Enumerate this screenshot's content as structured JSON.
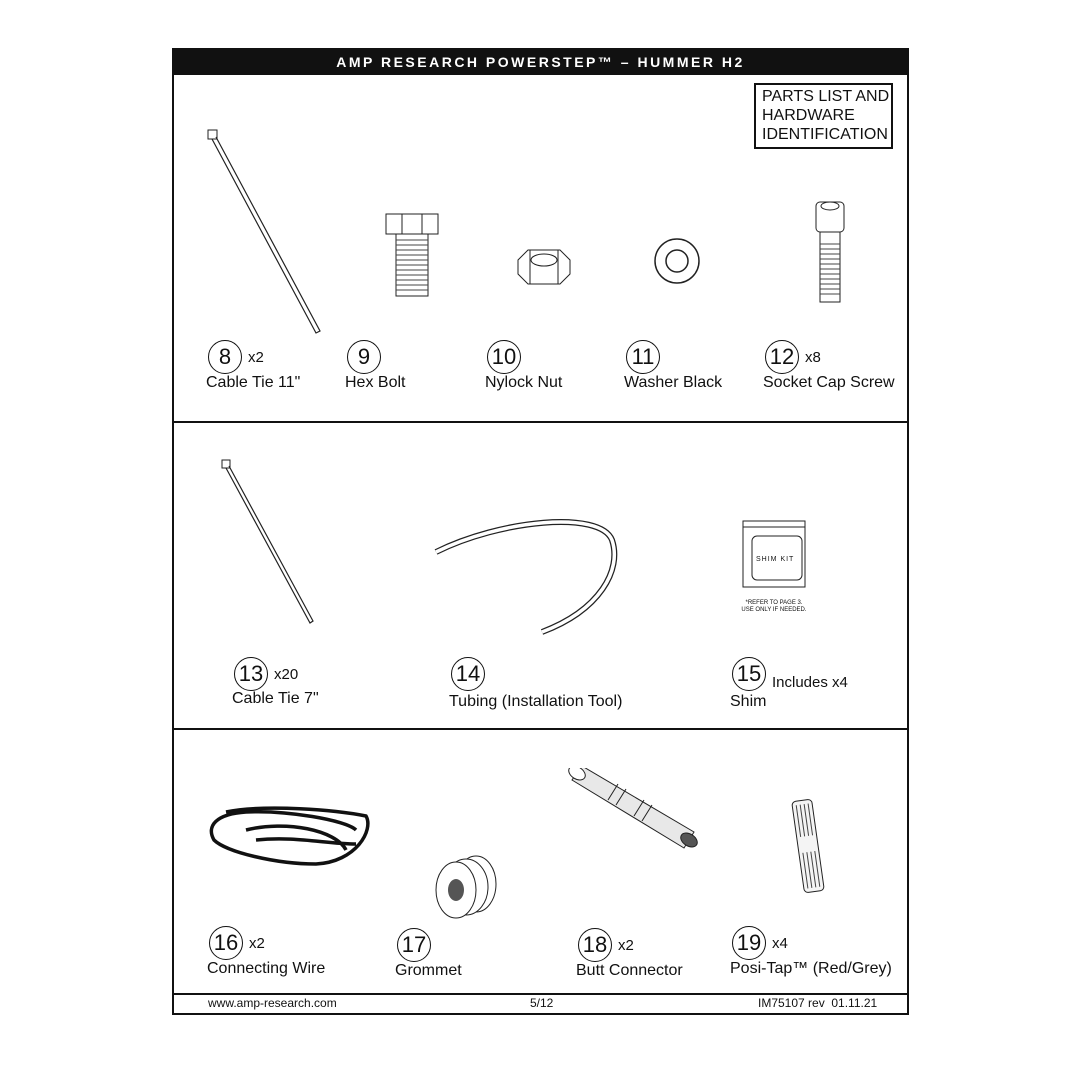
{
  "header": {
    "title": "AMP RESEARCH POWERSTEP™ – HUMMER H2"
  },
  "title_box": [
    "PARTS LIST AND",
    "HARDWARE",
    "IDENTIFICATION"
  ],
  "parts": [
    {
      "num": "8",
      "qty": "x2",
      "label": "Cable Tie 11\""
    },
    {
      "num": "9",
      "qty": "",
      "label": "Hex Bolt"
    },
    {
      "num": "10",
      "qty": "",
      "label": "Nylock Nut"
    },
    {
      "num": "11",
      "qty": "",
      "label": "Washer Black"
    },
    {
      "num": "12",
      "qty": "x8",
      "label": "Socket Cap Screw"
    },
    {
      "num": "13",
      "qty": "x20",
      "label": "Cable Tie 7\""
    },
    {
      "num": "14",
      "qty": "",
      "label": "Tubing (Installation Tool)"
    },
    {
      "num": "15",
      "qty": "Includes x4",
      "label": "Shim"
    },
    {
      "num": "16",
      "qty": "x2",
      "label": "Connecting Wire"
    },
    {
      "num": "17",
      "qty": "",
      "label": "Grommet"
    },
    {
      "num": "18",
      "qty": "x2",
      "label": "Butt Connector"
    },
    {
      "num": "19",
      "qty": "x4",
      "label": "Posi-Tap™ (Red/Grey)"
    }
  ],
  "shim_kit": {
    "package_label": "SHIM KIT",
    "note": [
      "*REFER TO PAGE 3.",
      "USE ONLY IF NEEDED."
    ]
  },
  "footer": {
    "website": "www.amp-research.com",
    "page": "5/12",
    "doc_id": "IM75107 rev  01.11.21"
  }
}
